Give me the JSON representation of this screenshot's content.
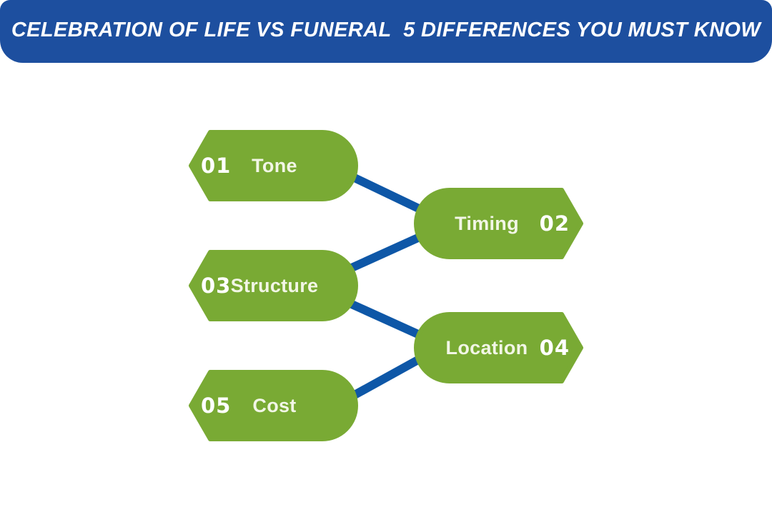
{
  "header": {
    "title": "CELEBRATION OF LIFE VS FUNERAL  5 DIFFERENCES YOU MUST KNOW"
  },
  "colors": {
    "banner_blue": "#1d4f9f",
    "node_green": "#79aa34",
    "connector_blue": "#0e57a7",
    "label_cream": "#f2f6e6",
    "number_white": "#ffffff"
  },
  "nodes": [
    {
      "number": "01",
      "label": "Tone",
      "direction": "left"
    },
    {
      "number": "02",
      "label": "Timing",
      "direction": "right"
    },
    {
      "number": "03",
      "label": "Structure",
      "direction": "left"
    },
    {
      "number": "04",
      "label": "Location",
      "direction": "right"
    },
    {
      "number": "05",
      "label": "Cost",
      "direction": "left"
    }
  ],
  "connections": [
    {
      "from": "Tone",
      "to": "Timing"
    },
    {
      "from": "Timing",
      "to": "Structure"
    },
    {
      "from": "Structure",
      "to": "Location"
    },
    {
      "from": "Location",
      "to": "Cost"
    }
  ]
}
